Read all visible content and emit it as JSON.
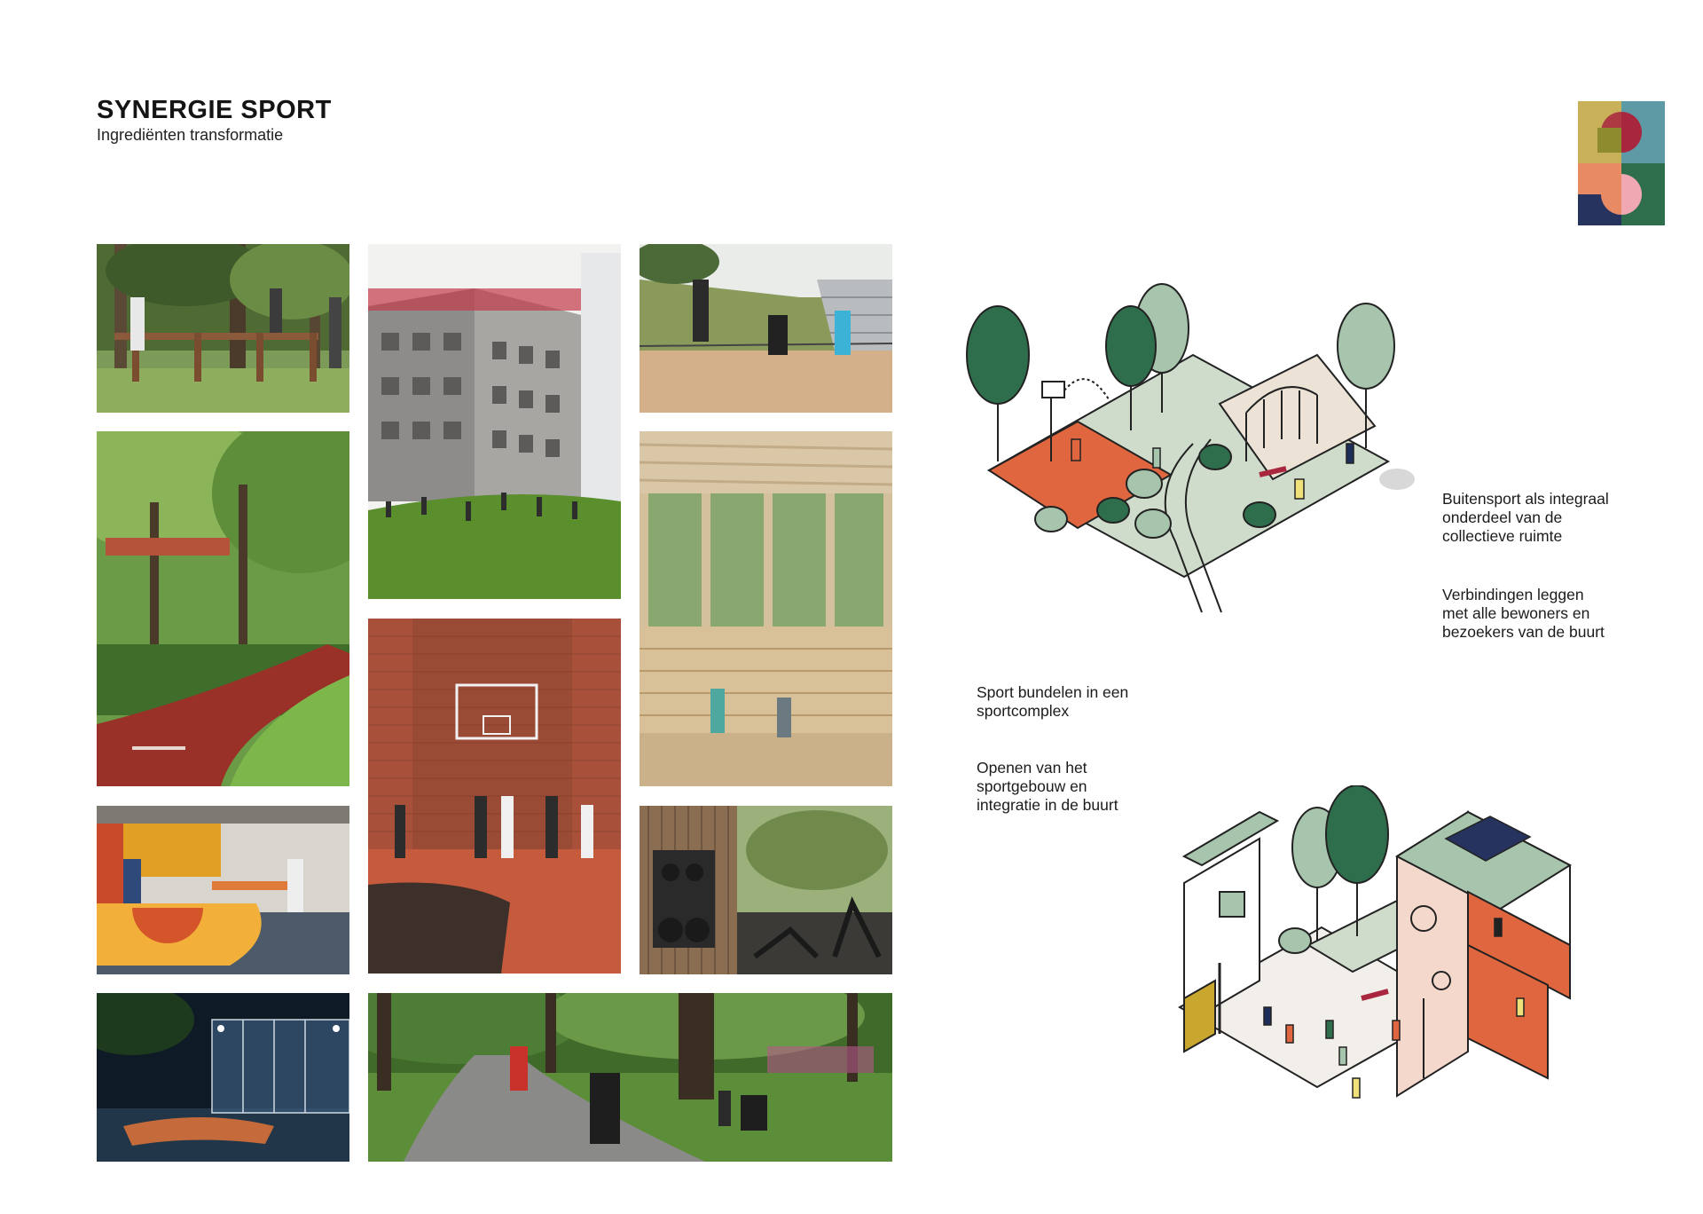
{
  "header": {
    "title": "SYNERGIE SPORT",
    "subtitle": "Ingrediënten transformatie"
  },
  "logo": {
    "icon": "brand-mark-icon",
    "colors": [
      "#c9b15a",
      "#5e9aa6",
      "#a8263e",
      "#e88a64",
      "#f0a9b3",
      "#27335f",
      "#2f6e4c"
    ]
  },
  "photos": [
    {
      "icon": "outdoor-fitness-photo"
    },
    {
      "icon": "school-building-lawn-photo"
    },
    {
      "icon": "outdoor-training-stairs-photo"
    },
    {
      "icon": "running-track-park-photo"
    },
    {
      "icon": "indoor-sports-hall-photo"
    },
    {
      "icon": "brick-basketball-court-photo"
    },
    {
      "icon": "table-tennis-under-viaduct-photo"
    },
    {
      "icon": "gym-equipment-photo"
    },
    {
      "icon": "night-sports-cage-photo"
    },
    {
      "icon": "park-outdoor-exercise-photo"
    }
  ],
  "captions": {
    "outdoor": {
      "line1": "Buitensport als integraal",
      "line2": "onderdeel van de",
      "line3": "collectieve ruimte"
    },
    "connections": {
      "line1": "Verbindingen leggen",
      "line2": "met alle bewoners en",
      "line3": "bezoekers van de buurt"
    },
    "bundle": {
      "line1": "Sport bundelen in een",
      "line2": "sportcomplex"
    },
    "open": {
      "line1": "Openen van het",
      "line2": "sportgebouw en",
      "line3": "integratie in de buurt"
    }
  },
  "illustrations": {
    "outdoor": "isometric-outdoor-sport-park-icon",
    "building": "isometric-sport-building-icon"
  },
  "palette": {
    "orange": "#e0663f",
    "green_light": "#a7c4ac",
    "green_dark": "#2f6e4c",
    "sand": "#e9e2d6",
    "grass": "#5c8f3f"
  }
}
